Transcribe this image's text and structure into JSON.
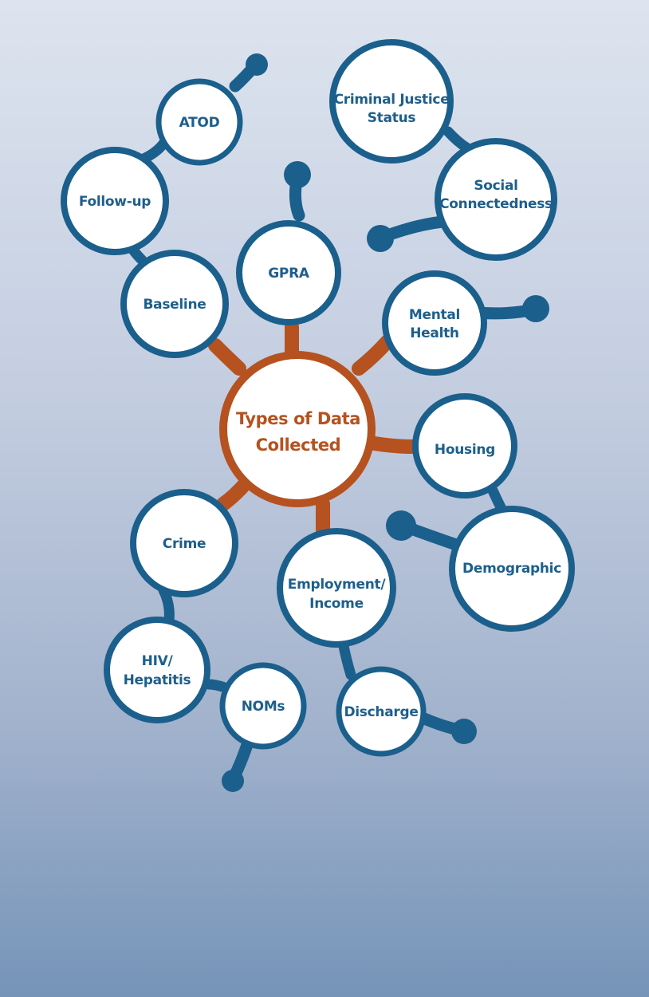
{
  "diagram": {
    "center": {
      "line1": "Types of Data",
      "line2": "Collected"
    },
    "nodes": {
      "atod": {
        "line1": "ATOD"
      },
      "criminal_justice": {
        "line1": "Criminal Justice",
        "line2": "Status"
      },
      "follow_up": {
        "line1": "Follow-up"
      },
      "social": {
        "line1": "Social",
        "line2": "Connectedness"
      },
      "gpra": {
        "line1": "GPRA"
      },
      "baseline": {
        "line1": "Baseline"
      },
      "mental_health": {
        "line1": "Mental",
        "line2": "Health"
      },
      "housing": {
        "line1": "Housing"
      },
      "crime": {
        "line1": "Crime"
      },
      "demographic": {
        "line1": "Demographic"
      },
      "employment": {
        "line1": "Employment/",
        "line2": "Income"
      },
      "hiv": {
        "line1": "HIV/",
        "line2": "Hepatitis"
      },
      "noms": {
        "line1": "NOMs"
      },
      "discharge": {
        "line1": "Discharge"
      }
    },
    "colors": {
      "blue": "#1b5f8c",
      "orange": "#b5521f",
      "node_fill": "#ffffff"
    }
  }
}
